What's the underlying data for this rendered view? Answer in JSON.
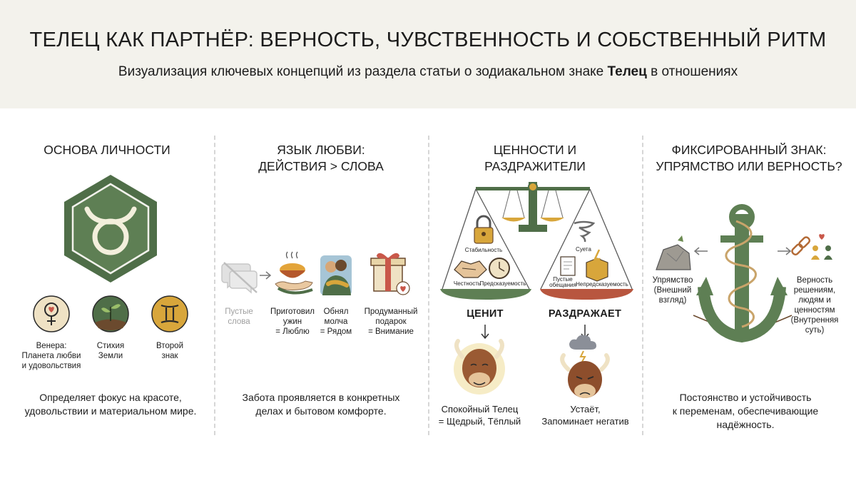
{
  "header": {
    "title": "ТЕЛЕЦ КАК ПАРТНЁР: ВЕРНОСТЬ, ЧУВСТВЕННОСТЬ И СОБСТВЕННЫЙ РИТМ",
    "subtitle_before": "Визуализация ключевых концепций из раздела статьи о зодиакальном знаке ",
    "subtitle_bold": "Телец",
    "subtitle_after": " в отношениях"
  },
  "col1": {
    "title_line1": "ОСНОВА ЛИЧНОСТИ",
    "icons": [
      {
        "icon": "venus-heart-icon",
        "label_line1": "Венера:",
        "label_line2": "Планета любви",
        "label_line3": "и удовольствия"
      },
      {
        "icon": "earth-sprout-icon",
        "label_line1": "Стихия",
        "label_line2": "Земли"
      },
      {
        "icon": "gemini-icon",
        "label_line1": "Второй",
        "label_line2": "знак"
      }
    ],
    "desc_line1": "Определяет фокус на красоте,",
    "desc_line2": "удовольствии и материальном мире."
  },
  "col2": {
    "title_line1": "ЯЗЫК ЛЮБВИ:",
    "title_line2": "ДЕЙСТВИЯ > СЛОВА",
    "items": [
      {
        "icon": "crossed-speech-icon",
        "label_line1": "Пустые",
        "label_line2": "слова"
      },
      {
        "icon": "dinner-hand-icon",
        "label_line1": "Приготовил",
        "label_line2": "ужин",
        "label_line3": "= Люблю"
      },
      {
        "icon": "hug-icon",
        "label_line1": "Обнял",
        "label_line2": "молча",
        "label_line3": "= Рядом"
      },
      {
        "icon": "gift-icon",
        "label_line1": "Продуманный",
        "label_line2": "подарок",
        "label_line3": "= Внимание"
      }
    ],
    "desc_line1": "Забота проявляется в конкретных",
    "desc_line2": "делах и бытовом комфорте."
  },
  "col3": {
    "title_line1": "ЦЕННОСТИ И",
    "title_line2": "РАЗДРАЖИТЕЛИ",
    "left_pan": {
      "top_label": "Стабильность",
      "bottom_left": "Честность",
      "bottom_right": "Предсказуемость"
    },
    "right_pan": {
      "top_label": "Суета",
      "bottom_left_line1": "Пустые",
      "bottom_left_line2": "обещания",
      "bottom_right": "Непредсказуемость"
    },
    "values_label": "ЦЕНИТ",
    "irritants_label": "РАЗДРАЖАЕТ",
    "calm_line1": "Спокойный Телец",
    "calm_line2": "= Щедрый, Тёплый",
    "tired_line1": "Устаёт,",
    "tired_line2": "Запоминает негатив"
  },
  "col4": {
    "title_line1": "ФИКСИРОВАННЫЙ ЗНАК:",
    "title_line2": "УПРЯМСТВО ИЛИ ВЕРНОСТЬ?",
    "left_line1": "Упрямство",
    "left_line2": "(Внешний",
    "left_line3": "взгляд)",
    "right_line1": "Верность",
    "right_line2": "решениям,",
    "right_line3": "людям и",
    "right_line4": "ценностям",
    "right_line5": "(Внутренняя",
    "right_line6": "суть)",
    "desc_line1": "Постоянство и устойчивость",
    "desc_line2": "к переменам, обеспечивающие",
    "desc_line3": "надёжность."
  },
  "colors": {
    "green": "#5e7f54",
    "dark_green": "#3e5a38",
    "cream": "#f3f2ec",
    "gold": "#d8a63b",
    "tan": "#efe2c4",
    "red_bar": "#b8563f"
  }
}
